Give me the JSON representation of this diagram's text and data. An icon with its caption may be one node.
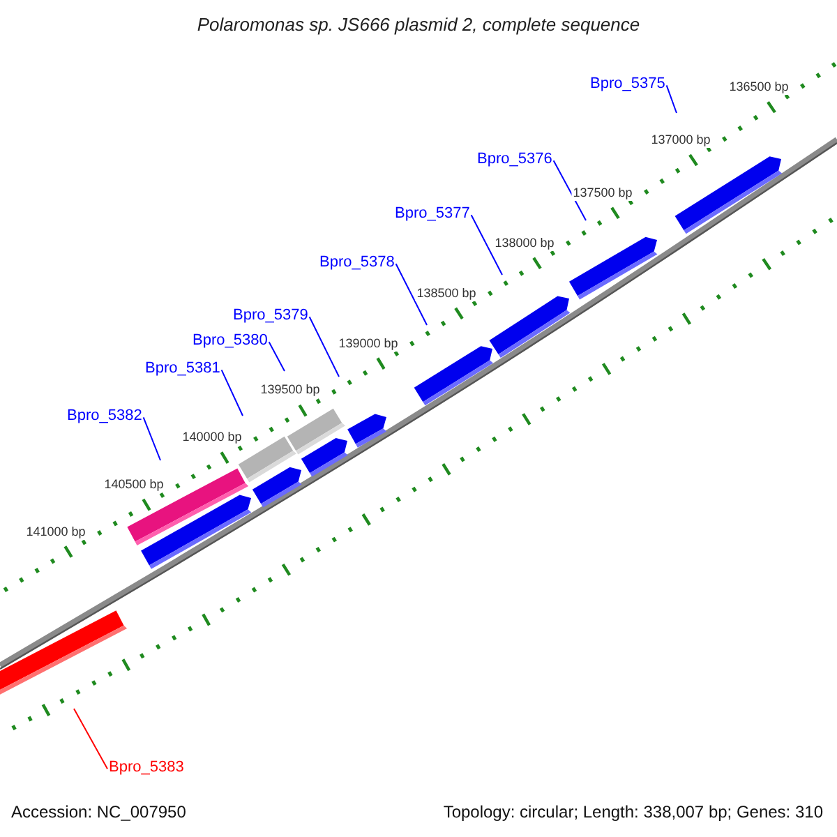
{
  "diagram": {
    "title": "Polaromonas sp. JS666 plasmid 2, complete sequence",
    "nodes": [
      {
        "text": [
          "Bpro_5375"
        ]
      },
      {
        "text": [
          "Bpro_5376"
        ]
      },
      {
        "text": [
          "Bpro_5377"
        ]
      },
      {
        "text": [
          "Bpro_5378"
        ]
      },
      {
        "text": [
          "Bpro_5379"
        ]
      },
      {
        "text": [
          "Bpro_5380"
        ]
      },
      {
        "text": [
          "Bpro_5381"
        ]
      },
      {
        "text": [
          "Bpro_5382"
        ]
      },
      {
        "text": [
          "Bpro_5383"
        ]
      },
      {
        "text": [],
        "shape": "bar"
      },
      {
        "text": [],
        "shape": "bar"
      },
      {
        "text": [],
        "shape": "bar"
      },
      {
        "text": [],
        "shape": "bar"
      },
      {
        "text": [],
        "shape": "bar"
      },
      {
        "text": [],
        "shape": "bar"
      },
      {
        "text": [],
        "shape": "bar"
      },
      {
        "text": [],
        "shape": "bar"
      },
      {
        "text": [],
        "shape": "bar"
      },
      {
        "text": [],
        "shape": "bar"
      },
      {
        "text": [],
        "shape": "bar"
      },
      {
        "text": [],
        "shape": "bar"
      }
    ],
    "edges": [
      {
        "from": 0,
        "to": null,
        "arrow": "none"
      },
      {
        "from": 1,
        "to": null,
        "arrow": "none"
      },
      {
        "from": 2,
        "to": null,
        "arrow": "none"
      },
      {
        "from": 3,
        "to": null,
        "arrow": "none"
      },
      {
        "from": 4,
        "to": null,
        "arrow": "none"
      },
      {
        "from": 5,
        "to": null,
        "arrow": "none"
      },
      {
        "from": 6,
        "to": null,
        "arrow": "none"
      },
      {
        "from": 7,
        "to": null,
        "arrow": "none"
      },
      {
        "from": 8,
        "to": null,
        "arrow": "none",
        "color": "#ff0000"
      }
    ],
    "labels": [
      "136500 bp",
      "137000 bp",
      "137500 bp",
      "138000 bp",
      "138500 bp",
      "139000 bp",
      "139500 bp",
      "140000 bp",
      "140500 bp",
      "141000 bp",
      "Accession: NC_007950",
      "Topology: circular; Length: 338,007 bp; Genes: 310"
    ]
  }
}
